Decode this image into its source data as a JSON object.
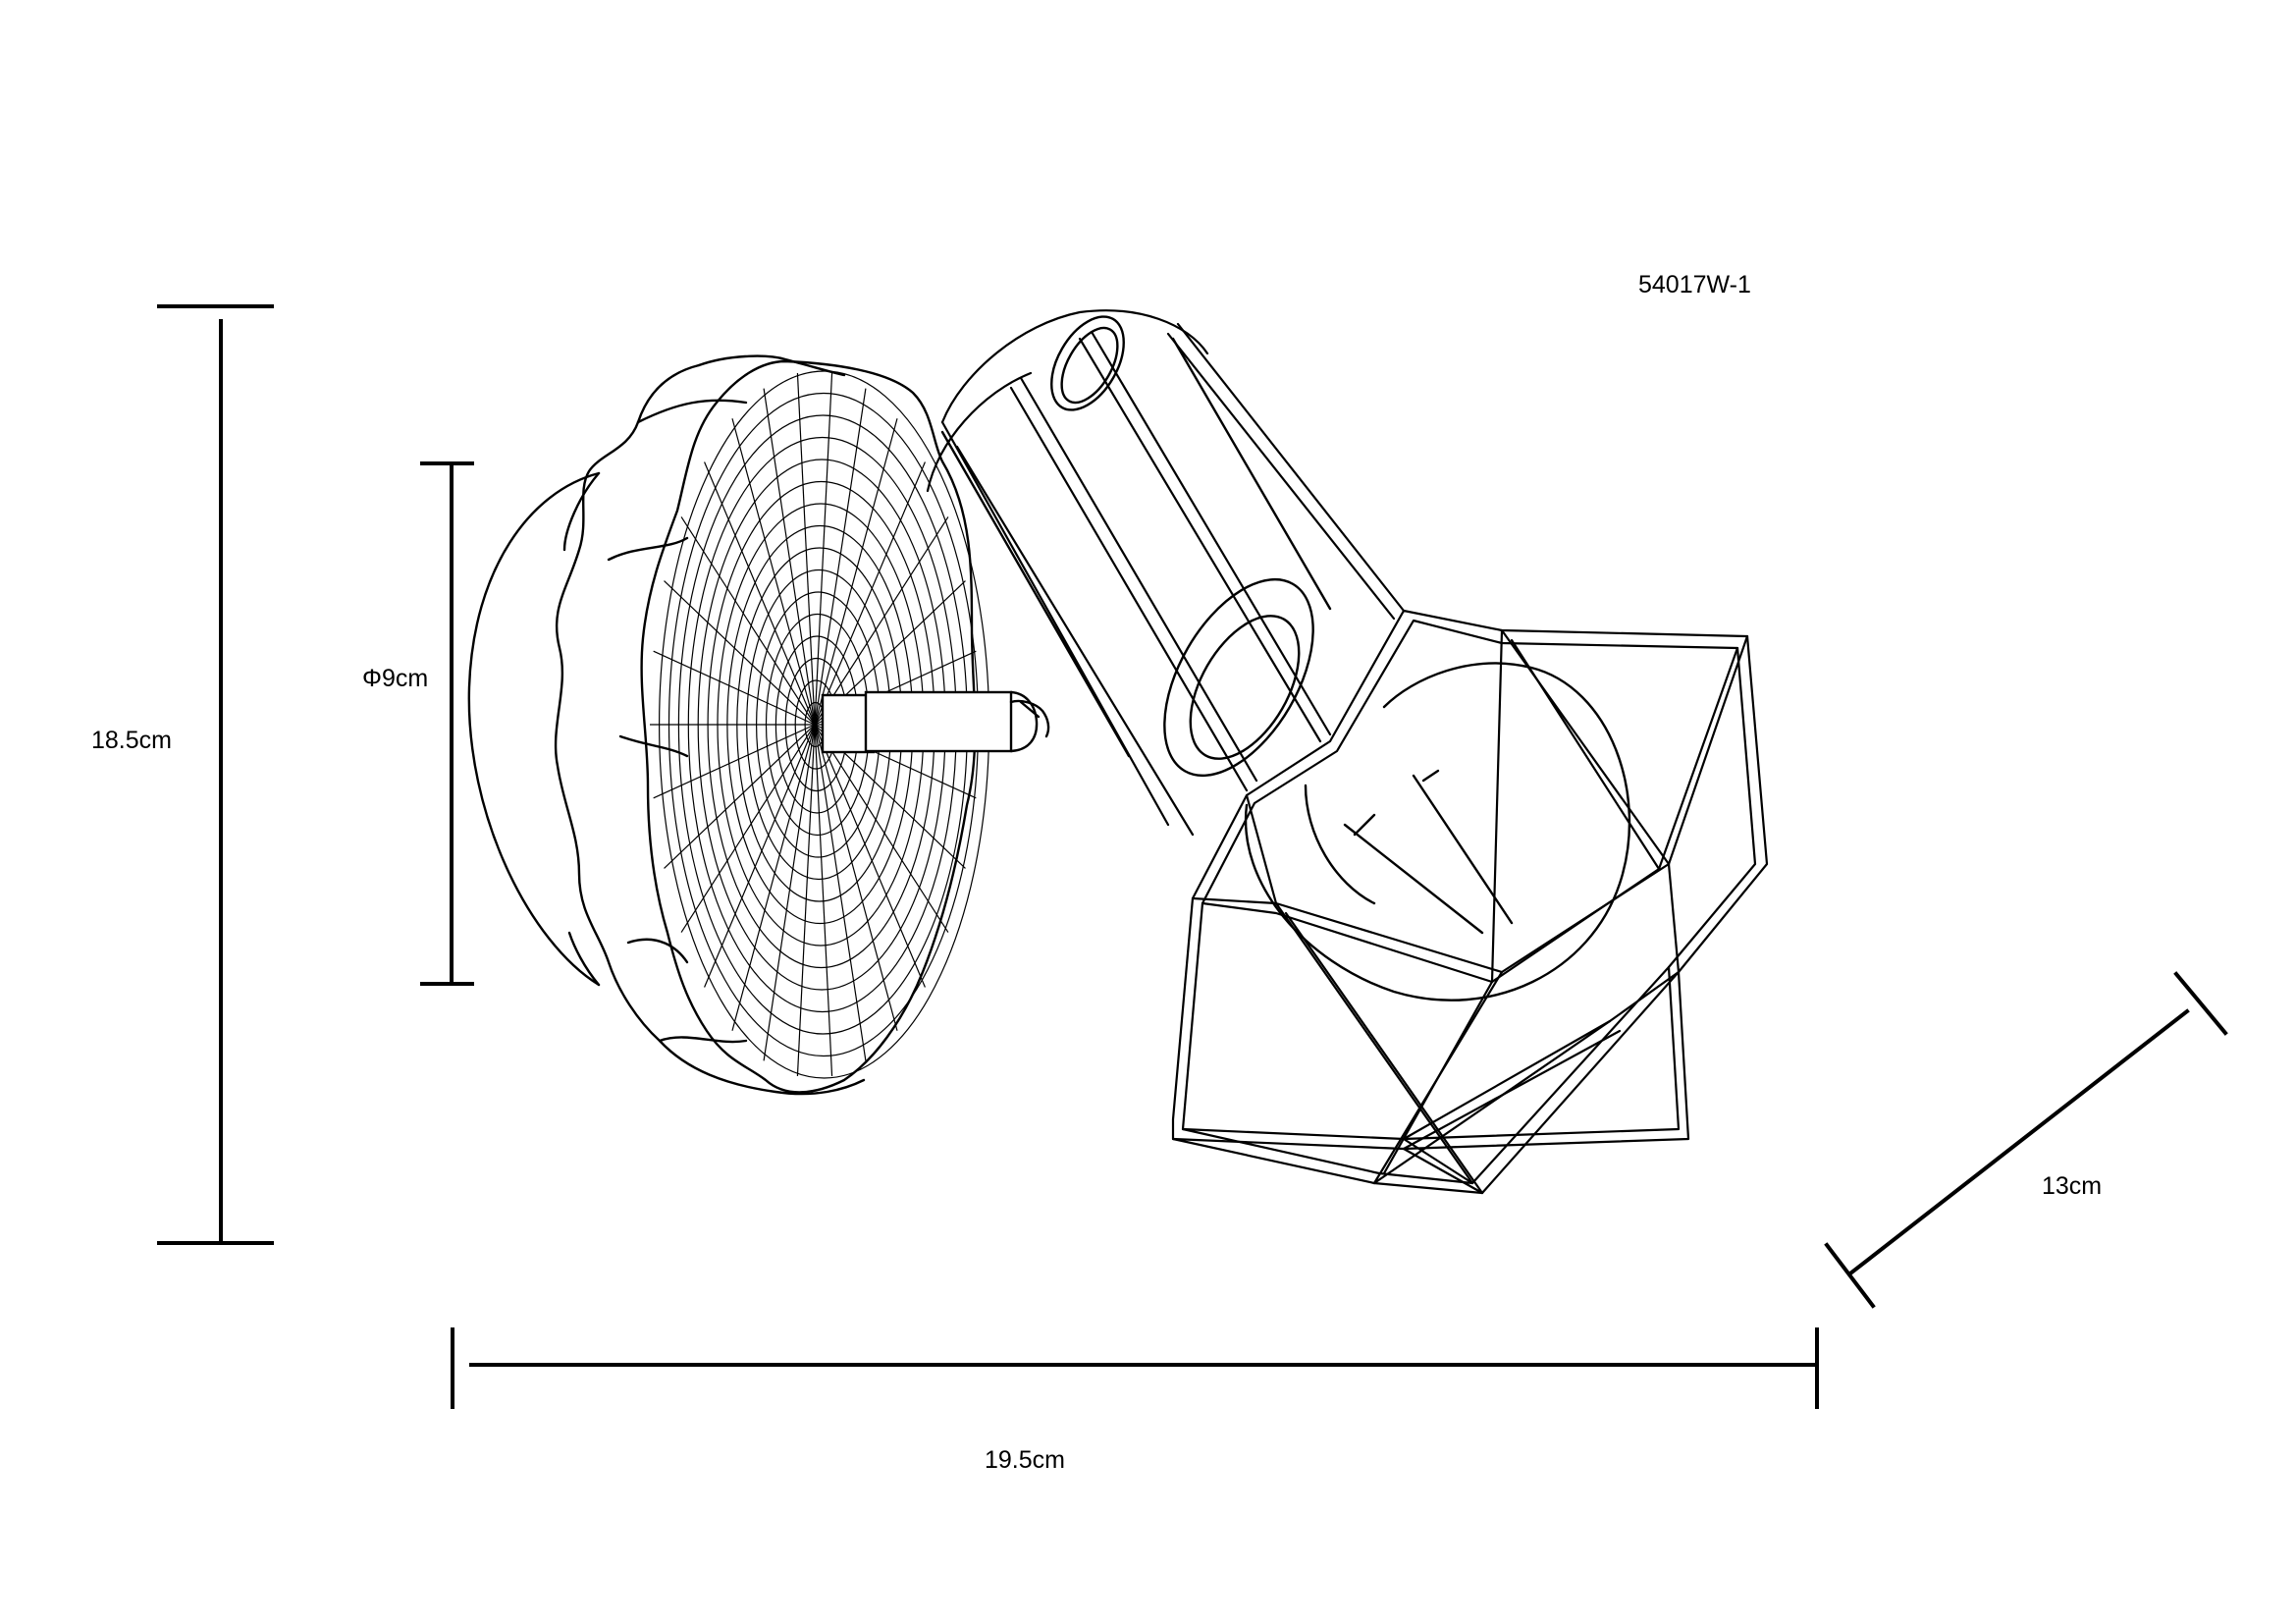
{
  "model_number": "54017W-1",
  "dimensions": {
    "height": "18.5cm",
    "diameter": "Φ9cm",
    "width": "19.5cm",
    "depth": "13cm"
  }
}
